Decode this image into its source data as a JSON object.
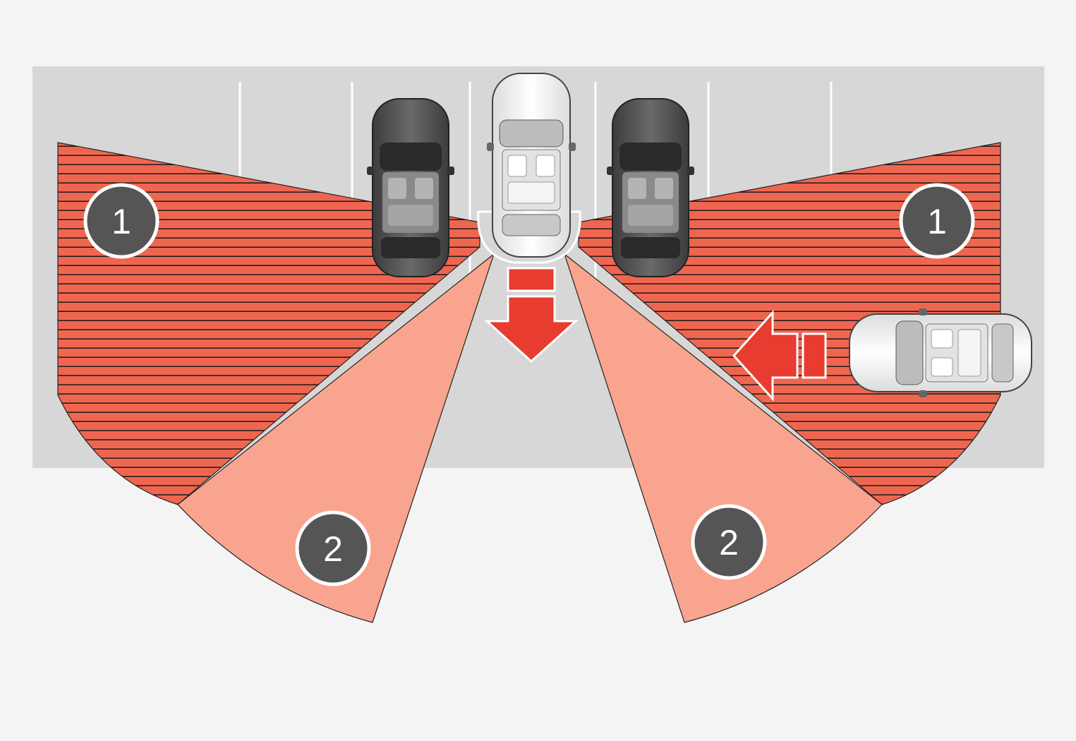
{
  "diagram": {
    "colors": {
      "background": "#f4f4f4",
      "parking_lot": "#d7d7d7",
      "zone1": "#ef6650",
      "zone1_stripes": "#1a1a1a",
      "zone2": "#f9a48e",
      "arrow": "#e73c2f",
      "badge": "#555555",
      "badge_border": "#ffffff",
      "parked_car": "#4a4a4a",
      "own_car": "#f0f0f0"
    },
    "zones": {
      "left_zone1": {
        "label": "1"
      },
      "right_zone1": {
        "label": "1"
      },
      "left_zone2": {
        "label": "2"
      },
      "right_zone2": {
        "label": "2"
      }
    },
    "icons": {
      "reverse_arrow": "arrow-down-icon",
      "approach_arrow": "arrow-left-icon"
    }
  }
}
